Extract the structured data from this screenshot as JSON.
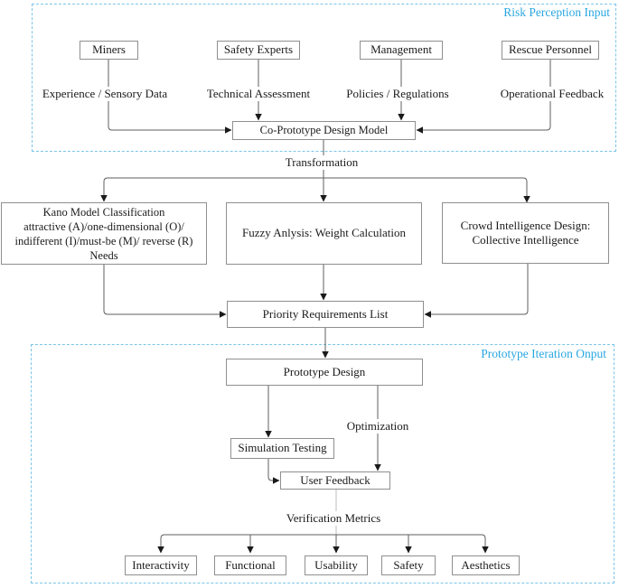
{
  "diagram": {
    "sections": {
      "top_label": "Risk Perception Input",
      "bottom_label": "Prototype Iteration Onput"
    },
    "nodes": {
      "miners": "Miners",
      "safety_experts": "Safety Experts",
      "management": "Management",
      "rescue_personnel": "Rescue Personnel",
      "co_prototype": "Co-Prototype Design Model",
      "kano_lines": [
        "Kano Model Classification",
        "attractive (A)/one-dimensional (O)/",
        "indifferent (I)/must-be (M)/ reverse (R)",
        "Needs"
      ],
      "fuzzy": "Fuzzy Anlysis: Weight Calculation",
      "crowd_lines": [
        "Crowd Intelligence Design:",
        "Collective Intelligence"
      ],
      "priority": "Priority Requirements List",
      "prototype_design": "Prototype Design",
      "simulation_testing": "Simulation Testing",
      "user_feedback": "User Feedback",
      "interactivity": "Interactivity",
      "functional": "Functional",
      "usability": "Usability",
      "safety": "Safety",
      "aesthetics": "Aesthetics"
    },
    "flow_labels": {
      "experience": "Experience / Sensory Data",
      "technical": "Technical Assessment",
      "policies": "Policies / Regulations",
      "operational": "Operational Feedback",
      "transformation": "Transformation",
      "optimization": "Optimization",
      "verification": "Verification Metrics"
    }
  },
  "colors": {
    "accent_blue": "#29a6e0",
    "dashed_border": "#7cc5e8",
    "box_border": "#8f8f8f",
    "connector": "#5f5f5f",
    "connector_light": "#bdbdbd",
    "arrowhead": "#1a1a1a",
    "text": "#1b1b1b"
  }
}
